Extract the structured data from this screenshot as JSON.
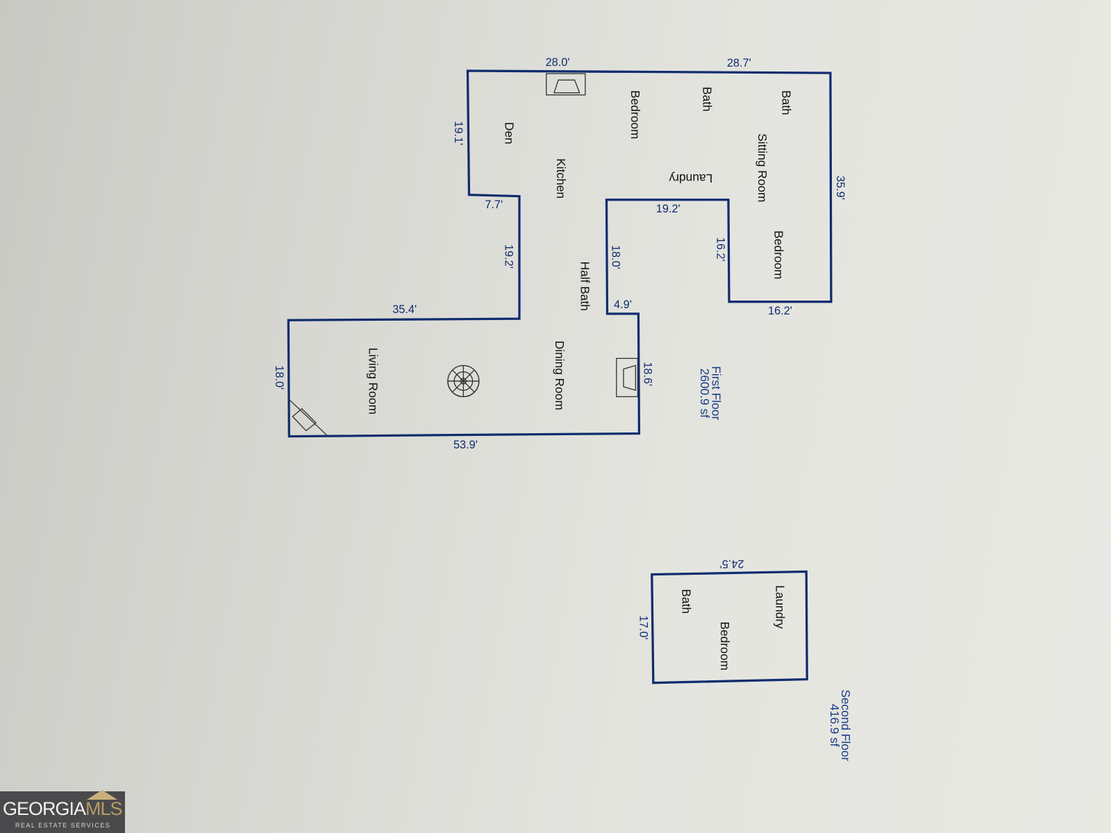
{
  "first_floor": {
    "label": "First Floor",
    "area": "2600.9 sf",
    "rooms": [
      "Den",
      "Kitchen",
      "Bedroom",
      "Bath",
      "Bath",
      "Sitting Room",
      "Laundry",
      "Bedroom",
      "Half Bath",
      "Dining Room",
      "Living Room"
    ],
    "dimensions": [
      "28.0'",
      "28.7'",
      "19.1'",
      "7.7'",
      "19.2'",
      "19.2'",
      "18.0'",
      "16.2'",
      "35.9'",
      "16.2'",
      "4.9'",
      "35.4'",
      "18.0'",
      "18.6'",
      "53.9'"
    ]
  },
  "second_floor": {
    "label": "Second Floor",
    "area": "416.9 sf",
    "rooms": [
      "Laundry",
      "Bedroom",
      "Bath"
    ],
    "dimensions": [
      "24.5'",
      "17.0'"
    ]
  },
  "logo": {
    "brand_a": "GEORGIA",
    "brand_b": "MLS",
    "tagline": "REAL ESTATE SERVICES"
  },
  "colors": {
    "wall": "#0f2c6e",
    "logo_bg": "#4a4a4c",
    "logo_accent": "#b59a63"
  }
}
